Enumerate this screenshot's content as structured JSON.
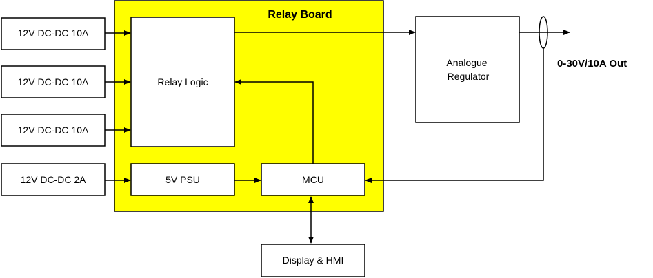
{
  "relay_board": {
    "title": "Relay Board",
    "fill_color": "#ffff00"
  },
  "inputs": [
    {
      "label": "12V DC-DC 10A"
    },
    {
      "label": "12V DC-DC 10A"
    },
    {
      "label": "12V DC-DC 10A"
    },
    {
      "label": "12V DC-DC 2A"
    }
  ],
  "blocks": {
    "relay_logic": "Relay Logic",
    "psu": "5V PSU",
    "mcu": "MCU",
    "display": "Display & HMI",
    "regulator_line1": "Analogue",
    "regulator_line2": "Regulator"
  },
  "output": {
    "label": "0-30V/10A Out"
  }
}
